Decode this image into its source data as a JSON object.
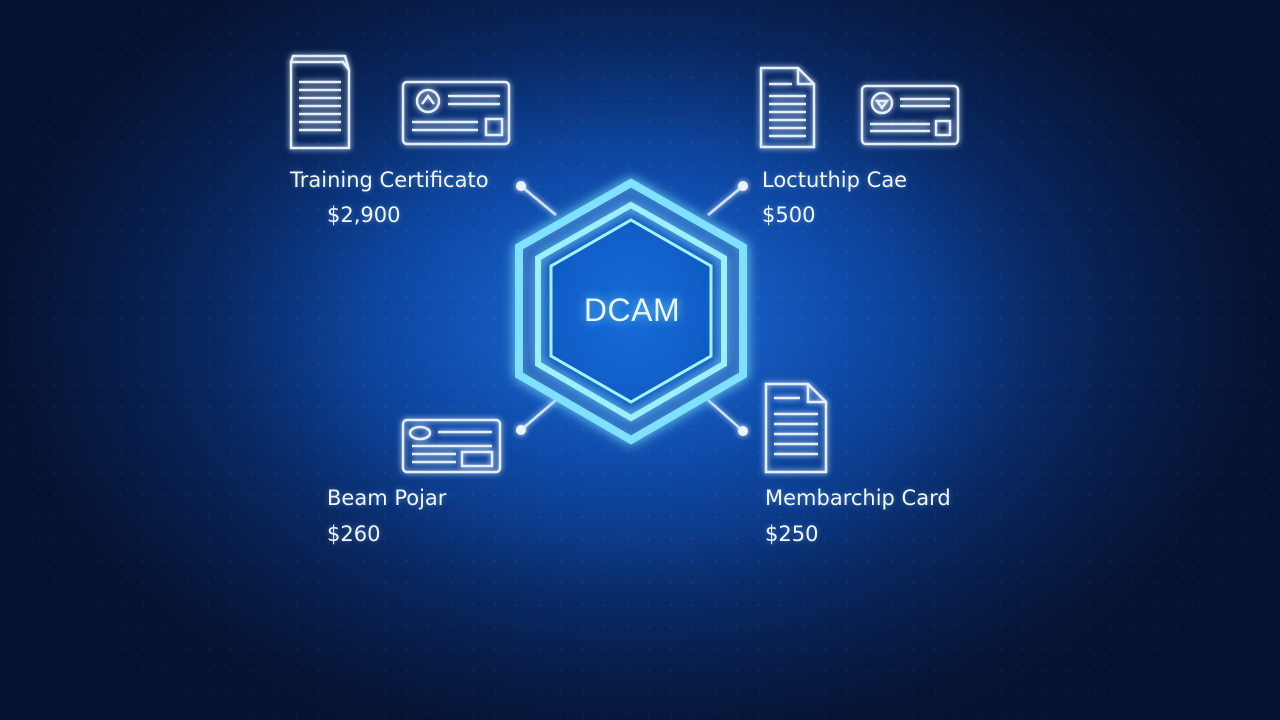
{
  "hub": {
    "label": "DCAM"
  },
  "items": [
    {
      "name": "Training Certificato",
      "price": "$2,900",
      "icons": [
        "document-icon",
        "id-card-icon"
      ]
    },
    {
      "name": "Loctuthip Cae",
      "price": "$500",
      "icons": [
        "document-icon",
        "id-card-icon"
      ]
    },
    {
      "name": "Beam Pojar",
      "price": "$260",
      "icons": [
        "id-card-icon"
      ]
    },
    {
      "name": "Membarchip Card",
      "price": "$250",
      "icons": [
        "document-icon"
      ]
    }
  ],
  "colors": {
    "background": "#0e4aa8",
    "glow": "#7fe0ff",
    "outline": "#dbeeff"
  }
}
